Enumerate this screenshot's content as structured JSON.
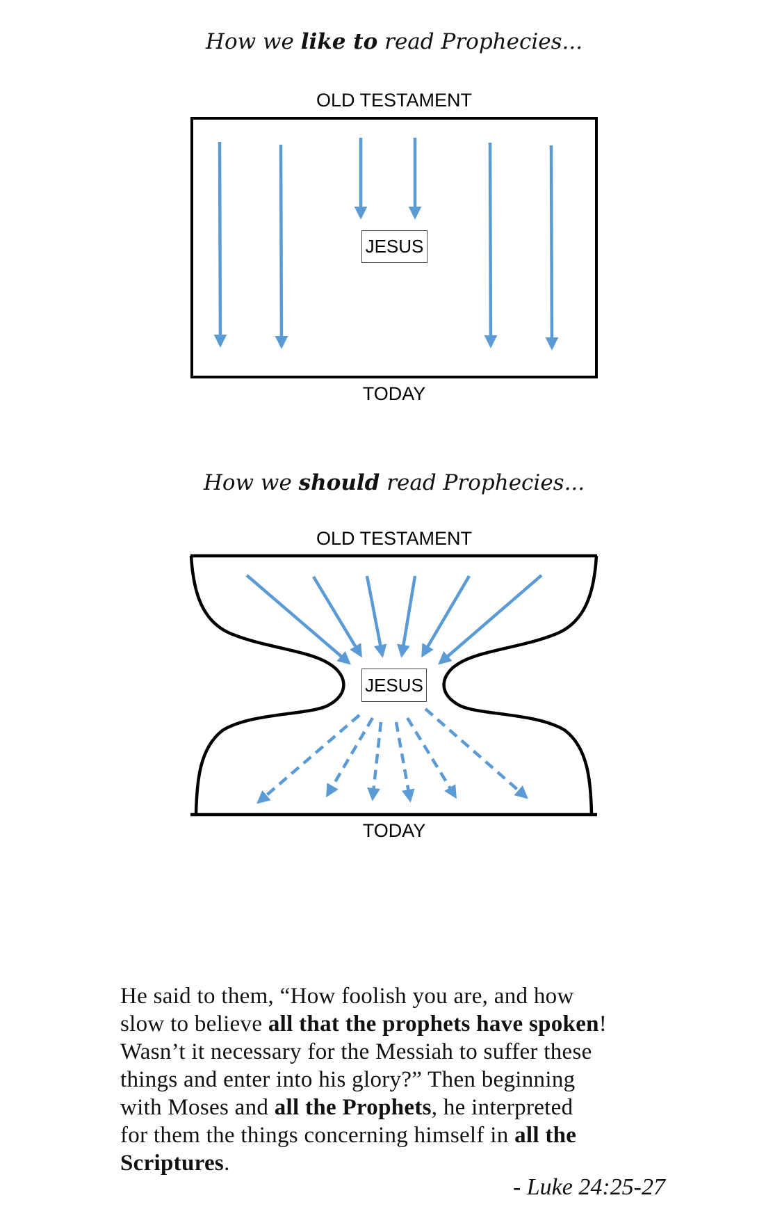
{
  "diagram1": {
    "title": {
      "pre": "How we ",
      "bold": "like to",
      "post": " read Prophecies..."
    },
    "top_label": "OLD TESTAMENT",
    "center_label": "JESUS",
    "bottom_label": "TODAY"
  },
  "diagram2": {
    "title": {
      "pre": "How we ",
      "bold": "should",
      "post": " read Prophecies..."
    },
    "top_label": "OLD TESTAMENT",
    "center_label": "JESUS",
    "bottom_label": "TODAY"
  },
  "colors": {
    "arrow": "#5b9bd5",
    "outline": "#000000"
  },
  "quote": {
    "lines": [
      [
        {
          "t": "He said to them, “How foolish you are, and how",
          "b": false
        }
      ],
      [
        {
          "t": "slow to believe ",
          "b": false
        },
        {
          "t": "all that the prophets have spoken",
          "b": true
        },
        {
          "t": "!",
          "b": false
        }
      ],
      [
        {
          "t": "Wasn’t it necessary for the Messiah to suffer these",
          "b": false
        }
      ],
      [
        {
          "t": "things and enter into his glory?” Then beginning",
          "b": false
        }
      ],
      [
        {
          "t": "with Moses and ",
          "b": false
        },
        {
          "t": "all the Prophets",
          "b": true
        },
        {
          "t": ", he interpreted",
          "b": false
        }
      ],
      [
        {
          "t": "for them the things concerning himself in ",
          "b": false
        },
        {
          "t": "all the",
          "b": true
        }
      ],
      [
        {
          "t": "Scriptures",
          "b": true
        },
        {
          "t": ".",
          "b": false
        }
      ]
    ],
    "citation": "- Luke 24:25-27"
  }
}
